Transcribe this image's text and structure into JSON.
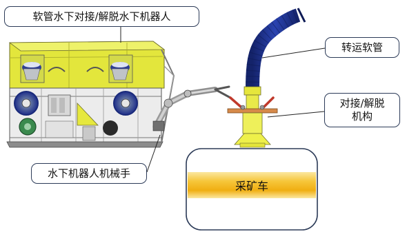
{
  "labels": {
    "robot": "软管水下对接/解脱水下机器人",
    "hose": "转运软管",
    "docking_line1": "对接/解脱",
    "docking_line2": "机构",
    "arm": "水下机器人机械手",
    "vehicle": "采矿车"
  },
  "colors": {
    "robot_yellow": "#e5e840",
    "hose_blue": "#1c2f86",
    "vehicle_gold": "#f2b318",
    "callout_border": "#2b3a57"
  }
}
